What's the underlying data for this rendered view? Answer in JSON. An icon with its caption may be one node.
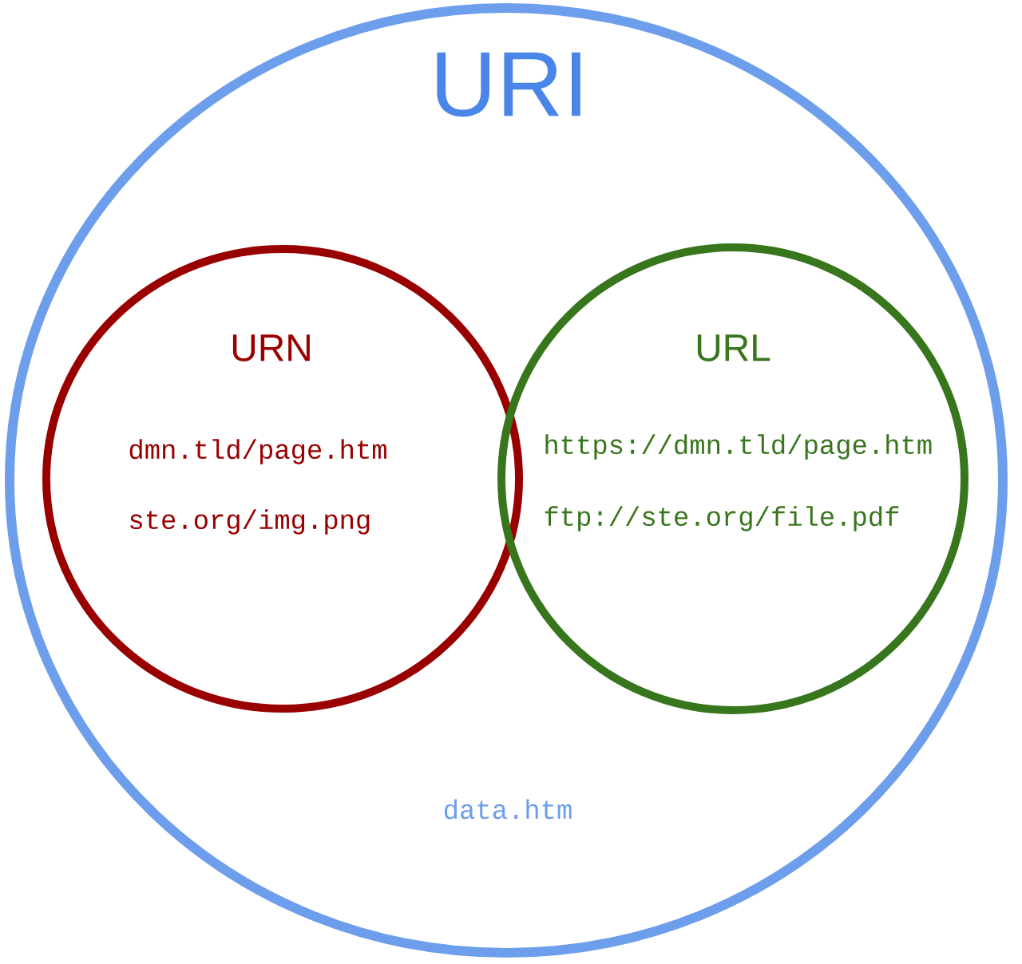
{
  "diagram": {
    "nodes": [
      {
        "text": [
          "URI",
          "data.htm"
        ]
      },
      {
        "text": [
          "URN",
          "dmn.tld/page.htm",
          "ste.org/img.png"
        ],
        "in": 0
      },
      {
        "text": [
          "URL",
          "https://dmn.tld/page.htm",
          "ftp://ste.org/file.pdf"
        ],
        "in": 0
      }
    ]
  }
}
